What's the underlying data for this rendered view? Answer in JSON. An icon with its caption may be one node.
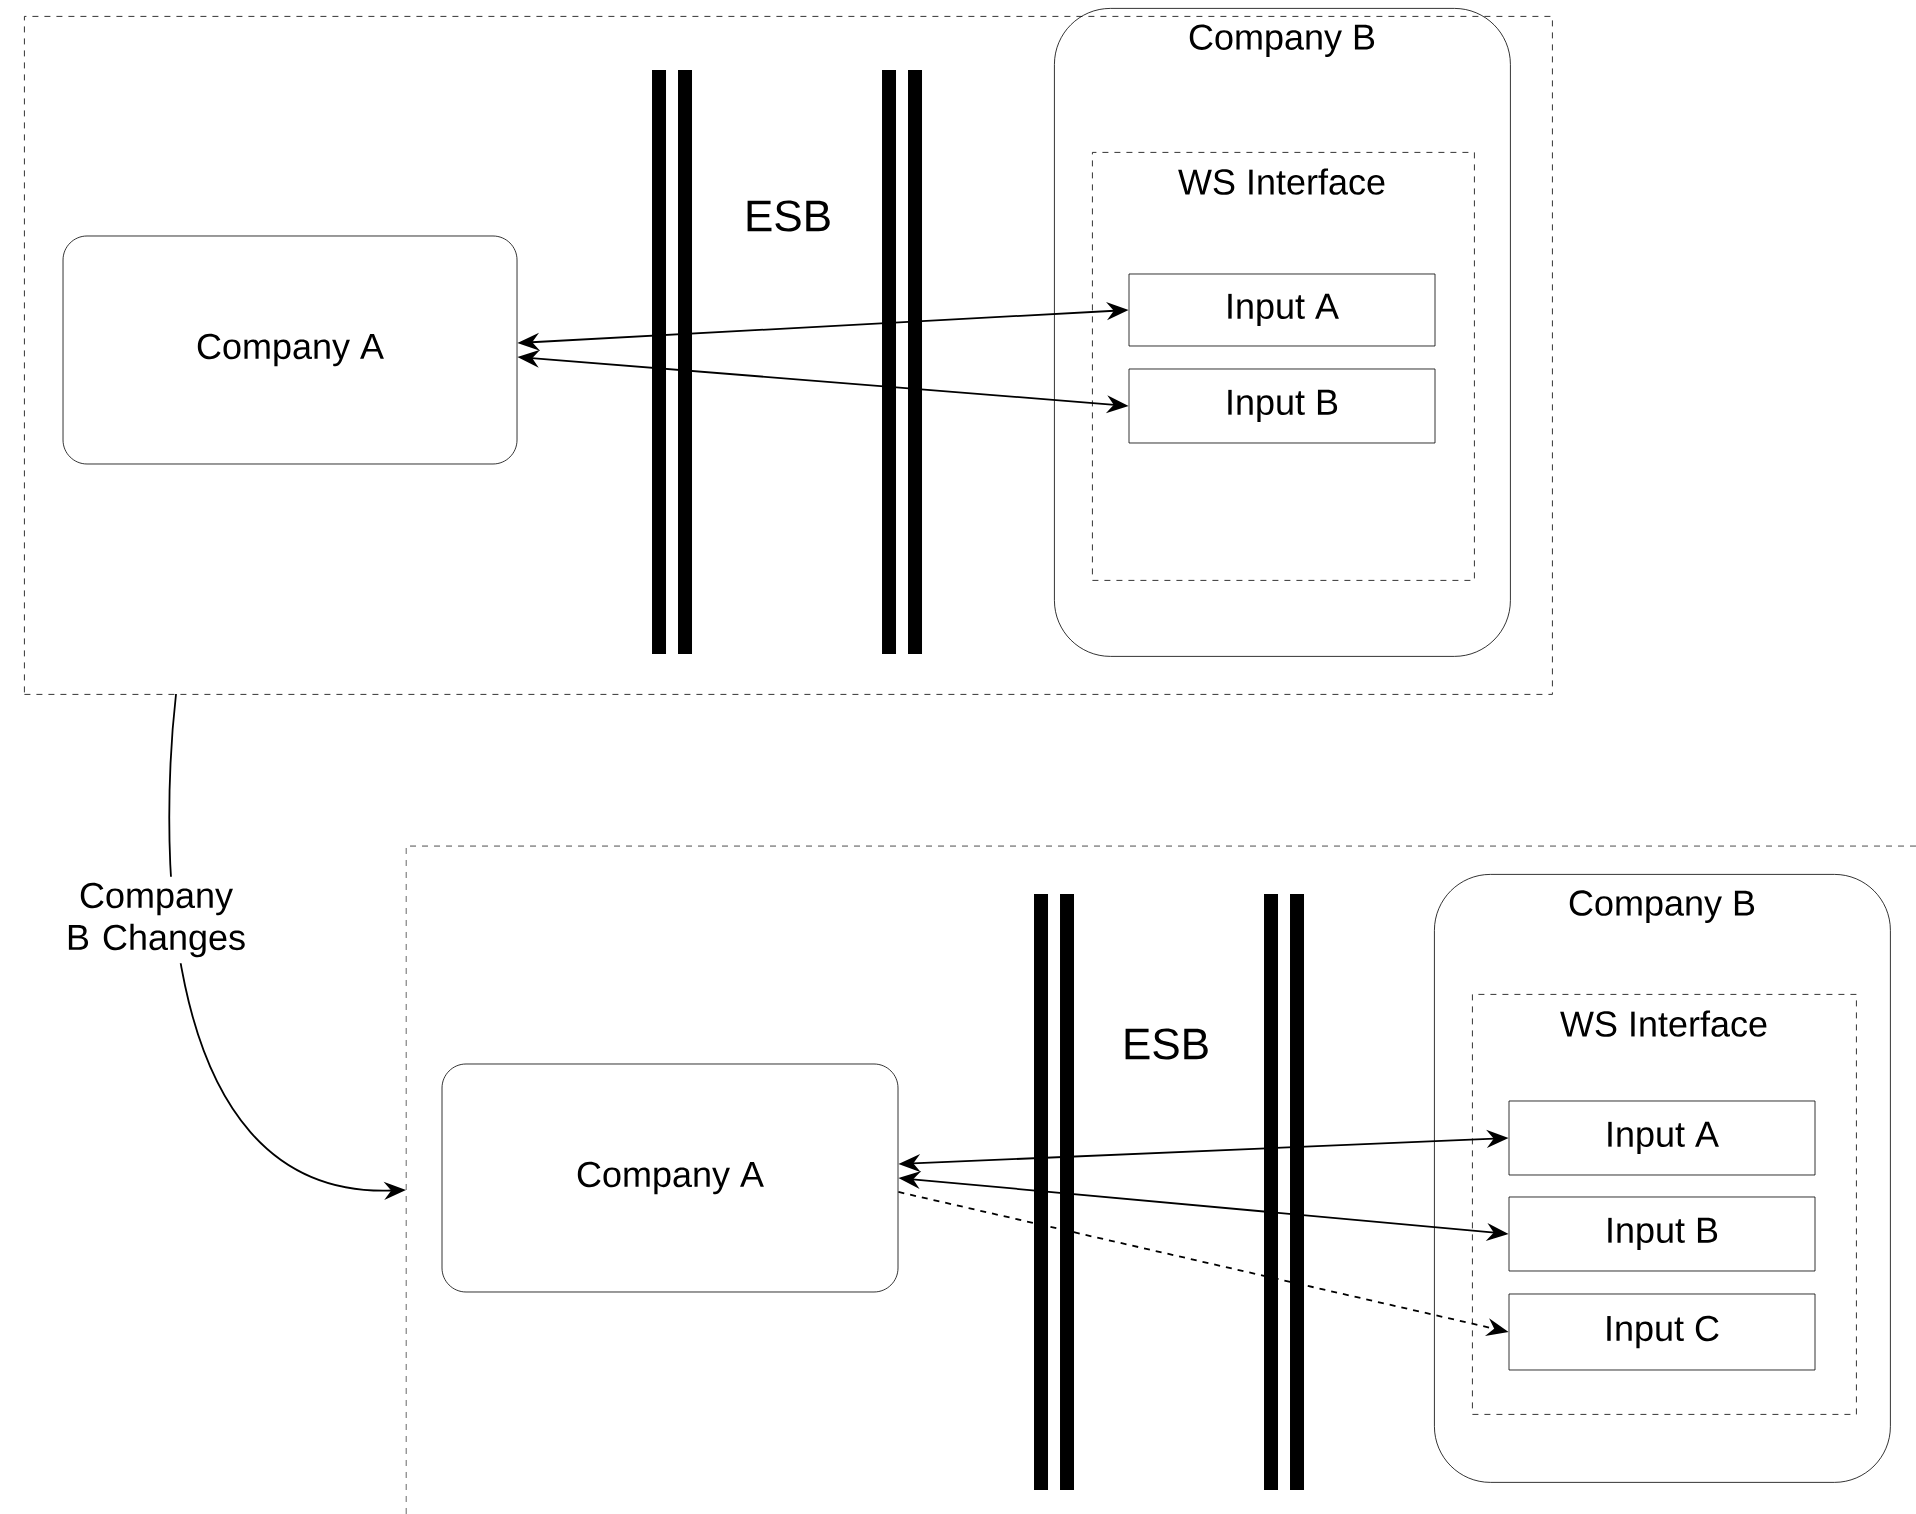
{
  "diagram": {
    "nodes": [
      {
        "text": [],
        "shape": "box"
      },
      {
        "text": [
          "Company A"
        ],
        "in": 0
      },
      {
        "text": [
          "Company B"
        ],
        "in": 0
      },
      {
        "text": [
          "WS Interface"
        ],
        "in": 2
      },
      {
        "text": [
          "Input A"
        ],
        "in": 3
      },
      {
        "text": [
          "Input B"
        ],
        "in": 3
      },
      {
        "text": [],
        "shape": "box"
      },
      {
        "text": [
          "Company A"
        ],
        "in": 6
      },
      {
        "text": [
          "Company B"
        ],
        "in": 6
      },
      {
        "text": [
          "WS Interface"
        ],
        "in": 8
      },
      {
        "text": [
          "Input A"
        ],
        "in": 9
      },
      {
        "text": [
          "Input B"
        ],
        "in": 9
      },
      {
        "text": [
          "Input C"
        ],
        "in": 9
      }
    ],
    "edges": [
      {
        "from": 1,
        "to": 4,
        "arrow": "both"
      },
      {
        "from": 1,
        "to": 5,
        "arrow": "both"
      },
      {
        "from": 0,
        "to": 6,
        "arrow": "to",
        "label": "Company B Changes"
      },
      {
        "from": 7,
        "to": 10,
        "arrow": "both"
      },
      {
        "from": 7,
        "to": 11,
        "arrow": "both"
      },
      {
        "from": 7,
        "to": 12,
        "arrow": "to",
        "style": "dashed"
      }
    ],
    "labels": [
      "ESB",
      "ESB"
    ]
  }
}
